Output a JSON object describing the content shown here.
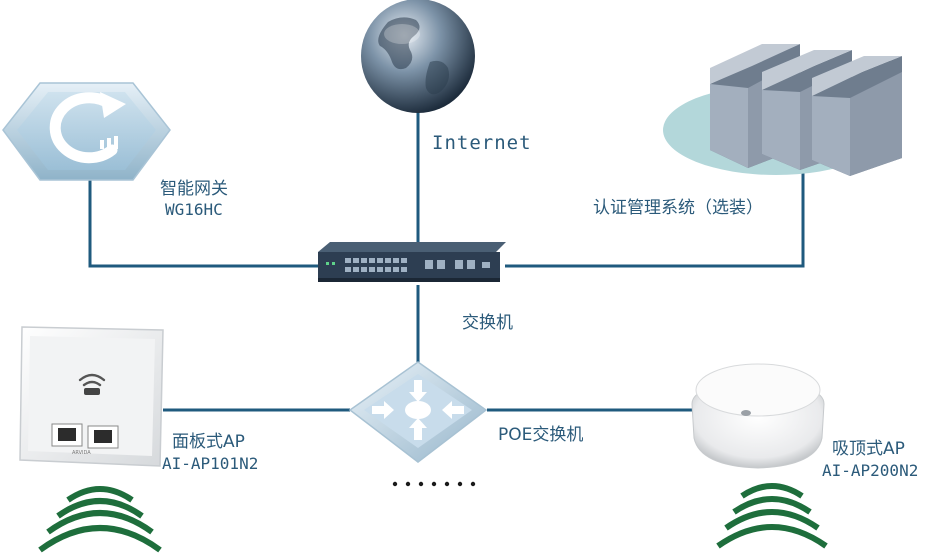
{
  "nodes": {
    "internet": {
      "label": "Internet"
    },
    "gateway": {
      "label": "智能网关",
      "model": "WG16HC"
    },
    "auth": {
      "label": "认证管理系统（选装）"
    },
    "switch": {
      "label": "交换机"
    },
    "poe": {
      "label": "POE交换机"
    },
    "panel_ap": {
      "label": "面板式AP",
      "model": "AI-AP101N2",
      "brand": "ARVIDA"
    },
    "ceiling_ap": {
      "label": "吸顶式AP",
      "model": "AI-AP200N2"
    }
  },
  "colors": {
    "link": "#1f5a7e",
    "text": "#2b5a7a",
    "wifi": "#1e6e3c",
    "ellipse": "#b3d7da",
    "server": "#8e9aaa"
  },
  "icons": [
    "globe-icon",
    "gateway-icon",
    "server-icon",
    "switch-icon",
    "poe-switch-icon",
    "panel-ap-icon",
    "ceiling-ap-icon",
    "wifi-signal-icon"
  ]
}
